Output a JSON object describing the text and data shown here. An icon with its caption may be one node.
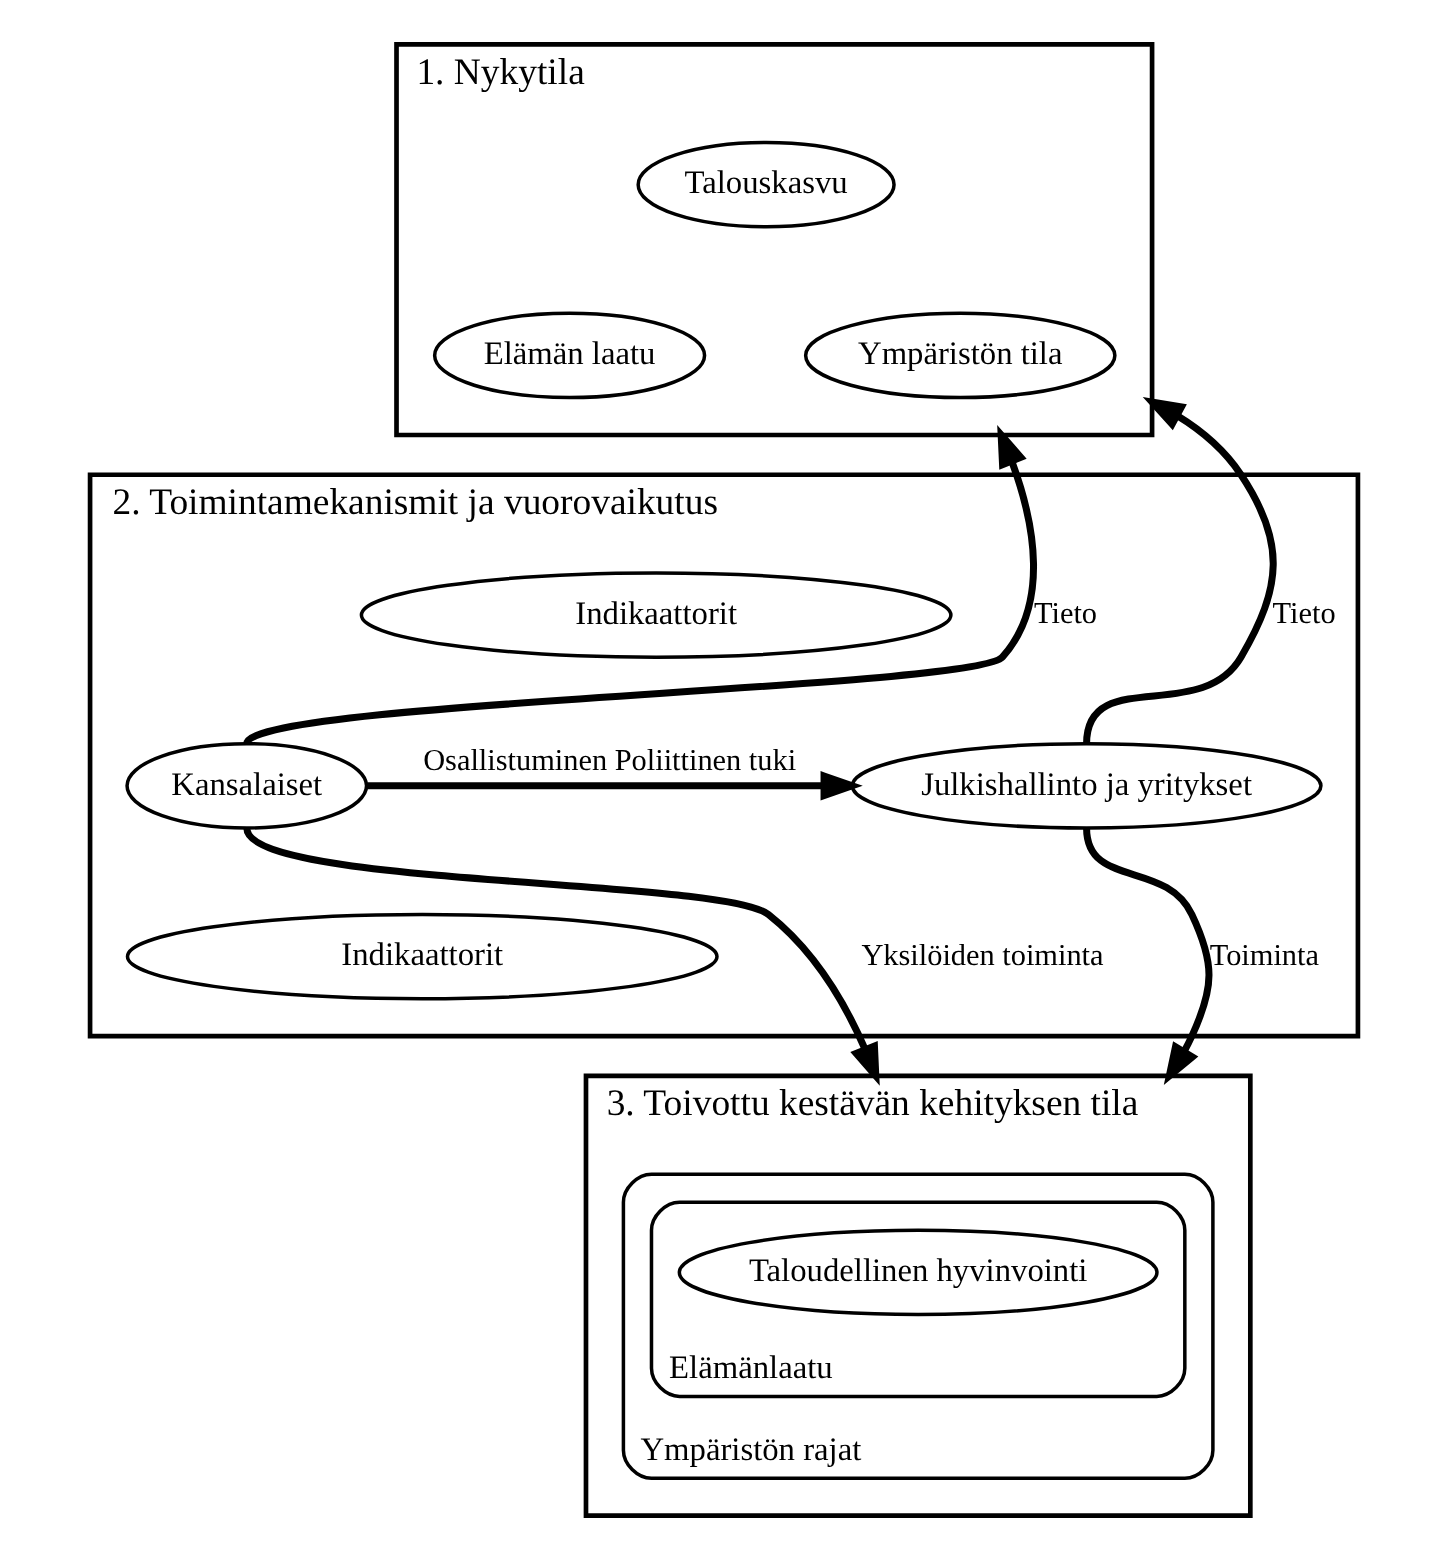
{
  "diagram": {
    "nodes": [
      {
        "text": [
          "1. Nykytila"
        ]
      },
      {
        "text": [
          "Talouskasvu"
        ],
        "in": 0
      },
      {
        "text": [
          "Elämän laatu"
        ],
        "in": 0
      },
      {
        "text": [
          "Ympäristön tila"
        ],
        "in": 0
      },
      {
        "text": [
          "2. Toimintamekanismit ja vuorovaikutus"
        ]
      },
      {
        "text": [
          "Indikaattorit"
        ],
        "in": 4
      },
      {
        "text": [
          "Kansalaiset"
        ],
        "in": 4
      },
      {
        "text": [
          "Julkishallinto ja yritykset"
        ],
        "in": 4
      },
      {
        "text": [
          "Indikaattorit"
        ],
        "in": 4
      },
      {
        "text": [
          "3. Toivottu kestävän kehityksen tila"
        ]
      },
      {
        "text": [
          "Ympäristön rajat"
        ],
        "in": 9
      },
      {
        "text": [
          "Elämänlaatu"
        ],
        "in": 10
      },
      {
        "text": [
          "Taloudellinen hyvinvointi"
        ],
        "in": 11
      }
    ],
    "edges": [
      {
        "from": 6,
        "to": 0,
        "label": "Tieto",
        "arrow": "to"
      },
      {
        "from": 7,
        "to": 0,
        "label": "Tieto",
        "arrow": "to"
      },
      {
        "from": 6,
        "to": 7,
        "label": "Osallistuminen Poliittinen tuki",
        "arrow": "to"
      },
      {
        "from": 6,
        "to": 9,
        "label": "Yksilöiden toiminta",
        "arrow": "to"
      },
      {
        "from": 7,
        "to": 9,
        "label": "Toiminta",
        "arrow": "to"
      }
    ]
  }
}
